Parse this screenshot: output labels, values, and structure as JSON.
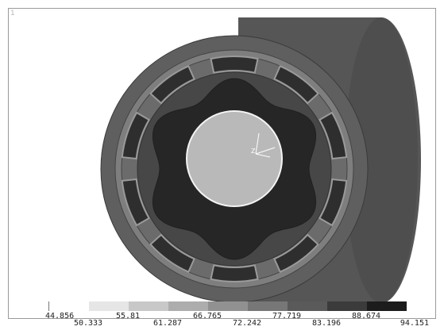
{
  "viewport": {
    "corner_label": "1",
    "triad_label": "Z"
  },
  "legend": {
    "colors": [
      "#ffffff",
      "#e6e6e6",
      "#c8c8c8",
      "#adadad",
      "#919191",
      "#777777",
      "#5a5a5a",
      "#3b3b3b",
      "#1c1c1c"
    ],
    "upper_labels": [
      "44.856",
      "55.81",
      "66.765",
      "77.719",
      "88.674"
    ],
    "lower_labels": [
      "50.333",
      "61.287",
      "72.242",
      "83.196",
      "94.151"
    ]
  }
}
